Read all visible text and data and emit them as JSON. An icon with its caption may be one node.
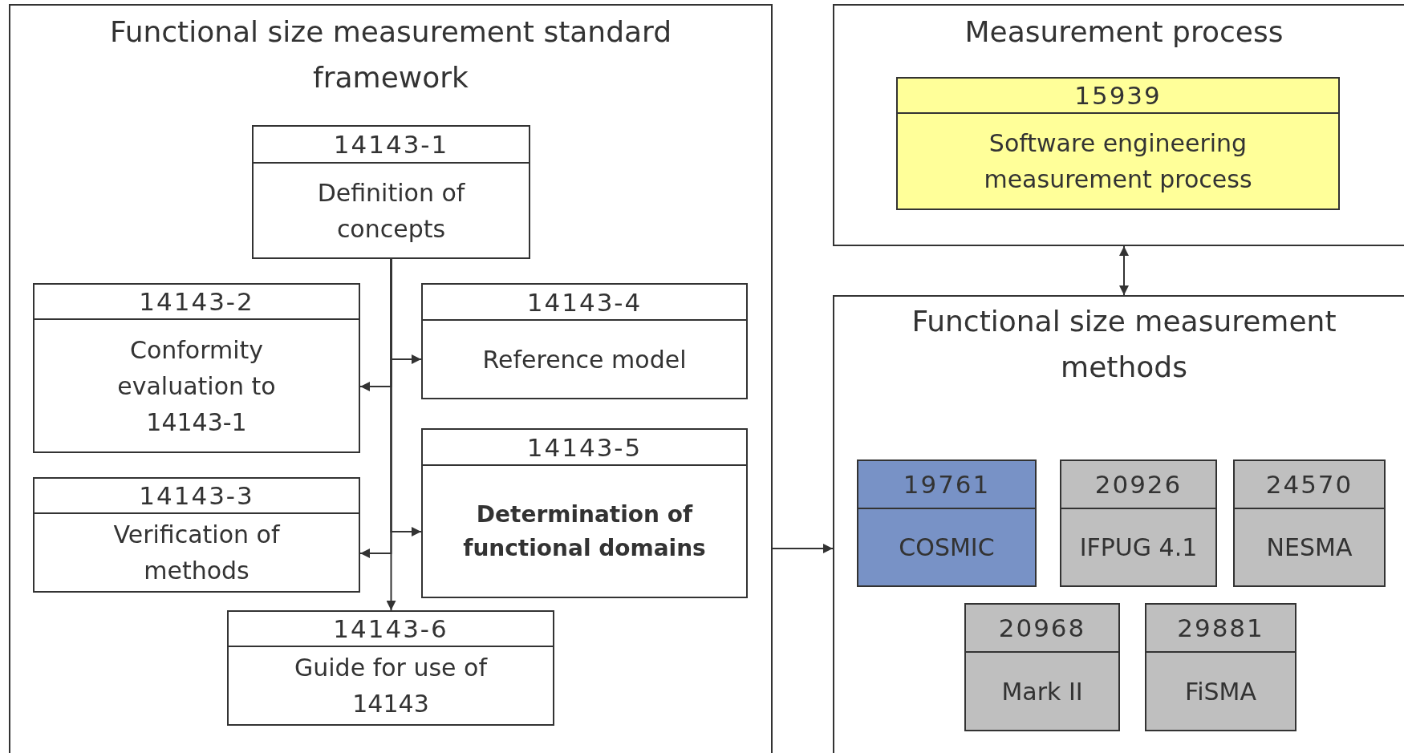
{
  "diagram": {
    "nodes": [
      {
        "text": [
          "Functional size measurement standard framework"
        ]
      },
      {
        "text": [
          "14143-1",
          "Definition of concepts"
        ],
        "in": 0
      },
      {
        "text": [
          "14143-2",
          "Conformity evaluation to 14143-1"
        ],
        "in": 0
      },
      {
        "text": [
          "14143-4",
          "Reference model"
        ],
        "in": 0
      },
      {
        "text": [
          "14143-3",
          "Verification of methods"
        ],
        "in": 0
      },
      {
        "text": [
          "14143-5",
          "Determination of functional domains"
        ],
        "in": 0
      },
      {
        "text": [
          "14143-6",
          "Guide for use of 14143"
        ],
        "in": 0
      },
      {
        "text": [
          "Measurement process"
        ]
      },
      {
        "text": [
          "15939",
          "Software engineering measurement process"
        ],
        "in": 7
      },
      {
        "text": [
          "Functional size measurement methods"
        ]
      },
      {
        "text": [
          "19761",
          "COSMIC"
        ],
        "in": 9
      },
      {
        "text": [
          "20926",
          "IFPUG 4.1"
        ],
        "in": 9
      },
      {
        "text": [
          "24570",
          "NESMA"
        ],
        "in": 9
      },
      {
        "text": [
          "20968",
          "Mark II"
        ],
        "in": 9
      },
      {
        "text": [
          "29881",
          "FiSMA"
        ],
        "in": 9
      }
    ],
    "edges": [
      {
        "from": 1,
        "to": 6,
        "arrow": "to"
      },
      {
        "from": 1,
        "to": 3,
        "arrow": "to"
      },
      {
        "from": 1,
        "to": 2,
        "arrow": "to"
      },
      {
        "from": 1,
        "to": 5,
        "arrow": "to"
      },
      {
        "from": 1,
        "to": 4,
        "arrow": "to"
      },
      {
        "from": 0,
        "to": 9,
        "arrow": "to"
      },
      {
        "from": 7,
        "to": 9,
        "arrow": "both"
      }
    ]
  }
}
